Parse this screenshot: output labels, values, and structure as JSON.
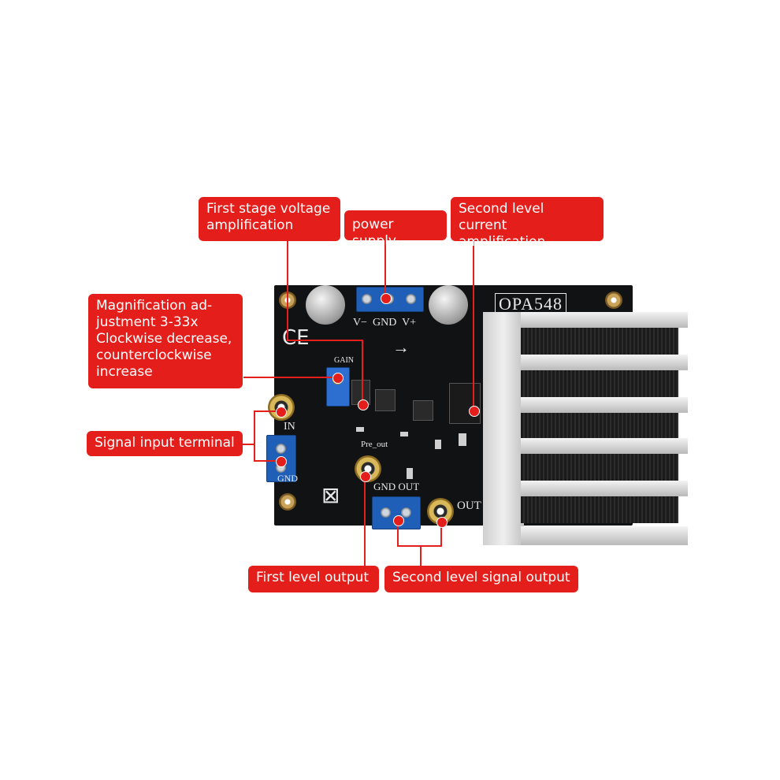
{
  "board": {
    "model": "OPA548",
    "power_labels": "V−  GND  V+",
    "gain_label": "GAIN",
    "in_label": "IN",
    "gnd_label": "GND",
    "pre_out_label": "Pre_out",
    "gnd_out_label": "GND OUT",
    "out_label": "OUT",
    "ce_mark": "CE"
  },
  "callouts": {
    "first_stage": "First stage voltage\namplification",
    "power_supply": "power supply",
    "second_current": "Second level current\namplification",
    "magnification": "Magnification ad-\njustment  3-33x\nClockwise decrease,\ncounterclockwise\nincrease",
    "signal_input": "Signal input terminal",
    "first_output": "First level output",
    "second_output": "Second level signal output"
  },
  "colors": {
    "callout_red": "#e41f1b",
    "board_black": "#111214",
    "terminal_blue": "#1f5fb8",
    "heatsink_silver": "#d9d9d9"
  }
}
